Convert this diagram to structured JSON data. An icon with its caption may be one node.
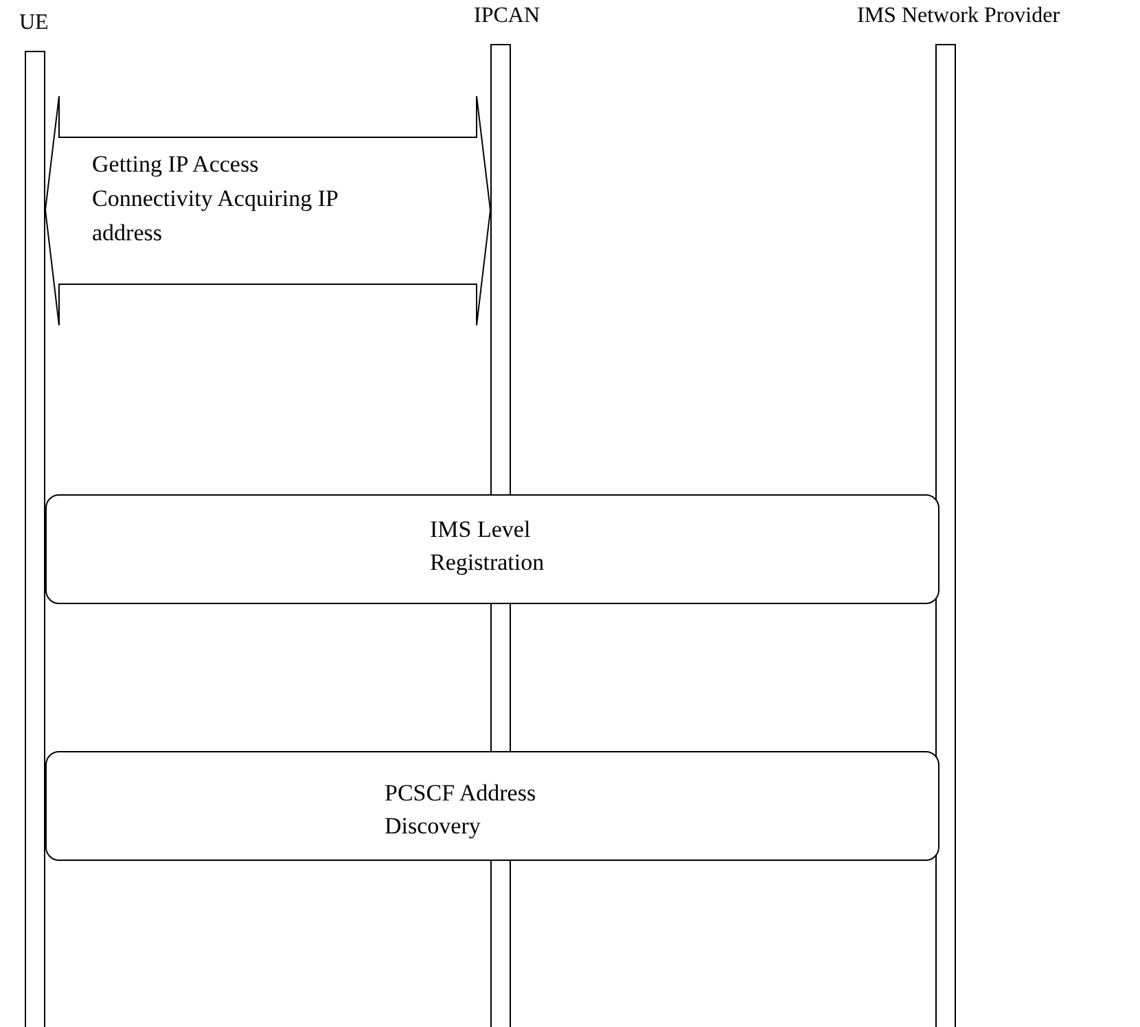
{
  "diagram": {
    "nodes": [
      {
        "text": [
          "UE"
        ]
      },
      {
        "text": [
          "IPCAN"
        ]
      },
      {
        "text": [
          "IMS Network Provider"
        ]
      },
      {
        "text": [
          "IMS Level Registration"
        ]
      },
      {
        "text": [
          "PCSCF Address Discovery"
        ]
      }
    ],
    "edges": [
      {
        "from": 0,
        "to": 1,
        "arrow": "both",
        "label": "Getting IP Access Connectivity Acquiring IP address"
      }
    ]
  }
}
